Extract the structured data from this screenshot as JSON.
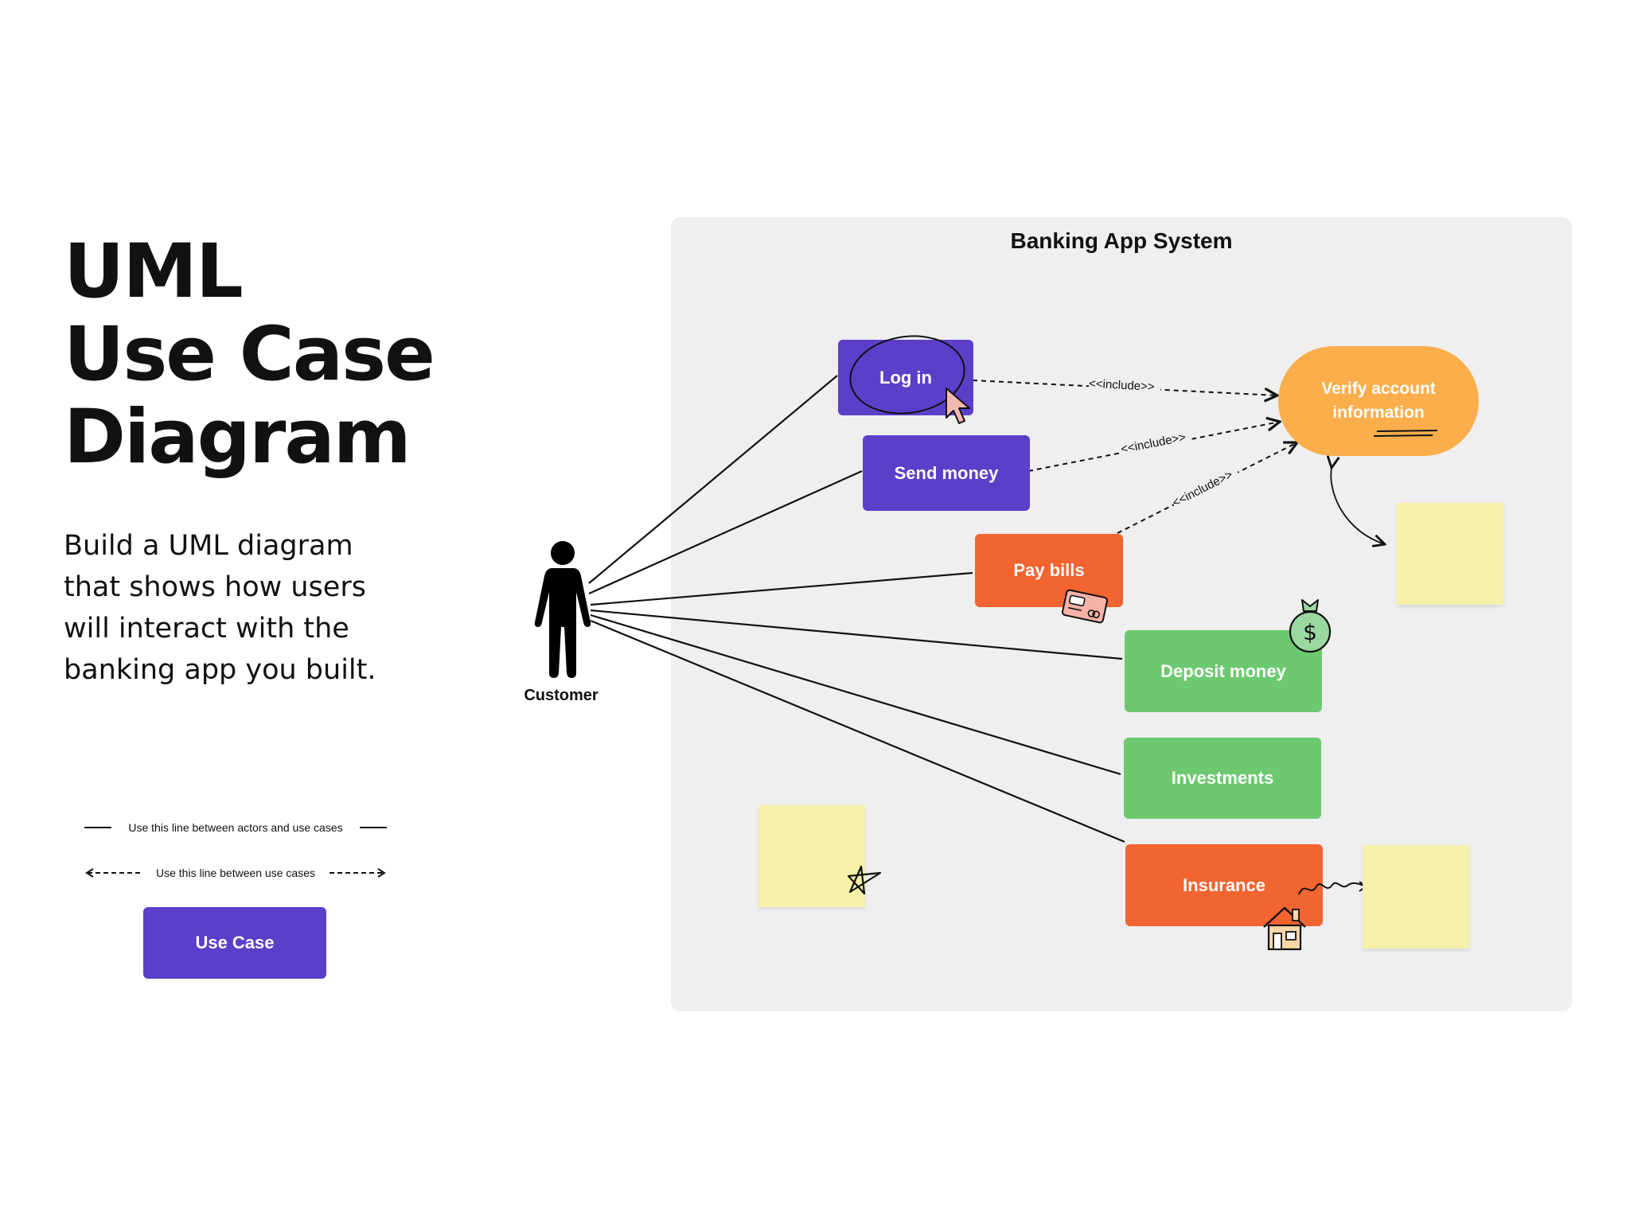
{
  "heading": {
    "line1": "UML",
    "line2": "Use Case",
    "line3": "Diagram"
  },
  "description": "Build a UML diagram that shows how users will interact with the banking app you built.",
  "legend": {
    "solid_line_label": "Use this line between actors and use cases",
    "dashed_line_label": "Use this line between use cases",
    "use_case_label": "Use Case"
  },
  "system": {
    "title": "Banking App System"
  },
  "actor": {
    "label": "Customer"
  },
  "use_cases": {
    "log_in": "Log in",
    "send_money": "Send money",
    "pay_bills": "Pay bills",
    "deposit_money": "Deposit money",
    "investments": "Investments",
    "insurance": "Insurance"
  },
  "verify": {
    "line1": "Verify account",
    "line2": "information"
  },
  "relations": {
    "include1": "<<include>>",
    "include2": "<<include>>",
    "include3": "<<include>>"
  },
  "colors": {
    "purple": "#5b3fc9",
    "orange": "#f26430",
    "green": "#6cc96f",
    "yellow": "#fbae4b",
    "sticky": "#f6f0a9",
    "panel": "#efefef"
  },
  "icons": [
    "cursor-icon",
    "credit-card-icon",
    "money-bag-icon",
    "house-icon",
    "star-doodle-icon",
    "squiggle-arrow-icon"
  ]
}
